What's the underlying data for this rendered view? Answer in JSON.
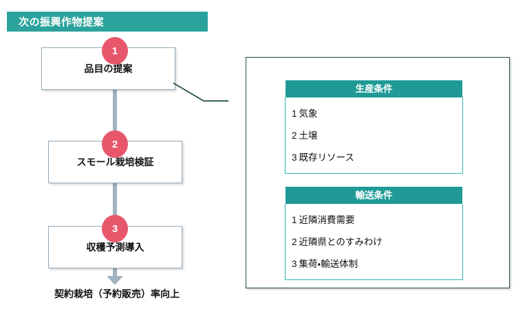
{
  "banner": {
    "title": "次の振興作物提案",
    "bg_color": "#2ba39c",
    "text_color": "#ffffff"
  },
  "flow": {
    "accent_circle_color": "#e8566b",
    "connector_color": "#9fb3c0",
    "box_border_color": "#93a9b8",
    "steps": [
      {
        "number": "1",
        "label": "品目の提案"
      },
      {
        "number": "2",
        "label": "スモール栽培検証"
      },
      {
        "number": "3",
        "label": "収穫予測導入"
      }
    ],
    "outcome": "契約栽培（予約販売）率向上"
  },
  "callout": {
    "line_color": "#1f4b3a",
    "from_step": "1",
    "to": "conditions-panel"
  },
  "panel": {
    "border_color": "#1f4b3a",
    "tables": [
      {
        "header": "生産条件",
        "header_bg": "#1f9a96",
        "body_border": "#2fb3ad",
        "rows": [
          {
            "index": "1",
            "text": "気象"
          },
          {
            "index": "2",
            "text": "土壌"
          },
          {
            "index": "3",
            "text": "既存リソース"
          }
        ]
      },
      {
        "header": "輸送条件",
        "header_bg": "#1f9a96",
        "body_border": "#2fb3ad",
        "rows": [
          {
            "index": "1",
            "text": "近隣消費需要"
          },
          {
            "index": "2",
            "text": "近隣県とのすみわけ"
          },
          {
            "index": "3",
            "text": "集荷・輸送体制"
          }
        ]
      }
    ]
  }
}
